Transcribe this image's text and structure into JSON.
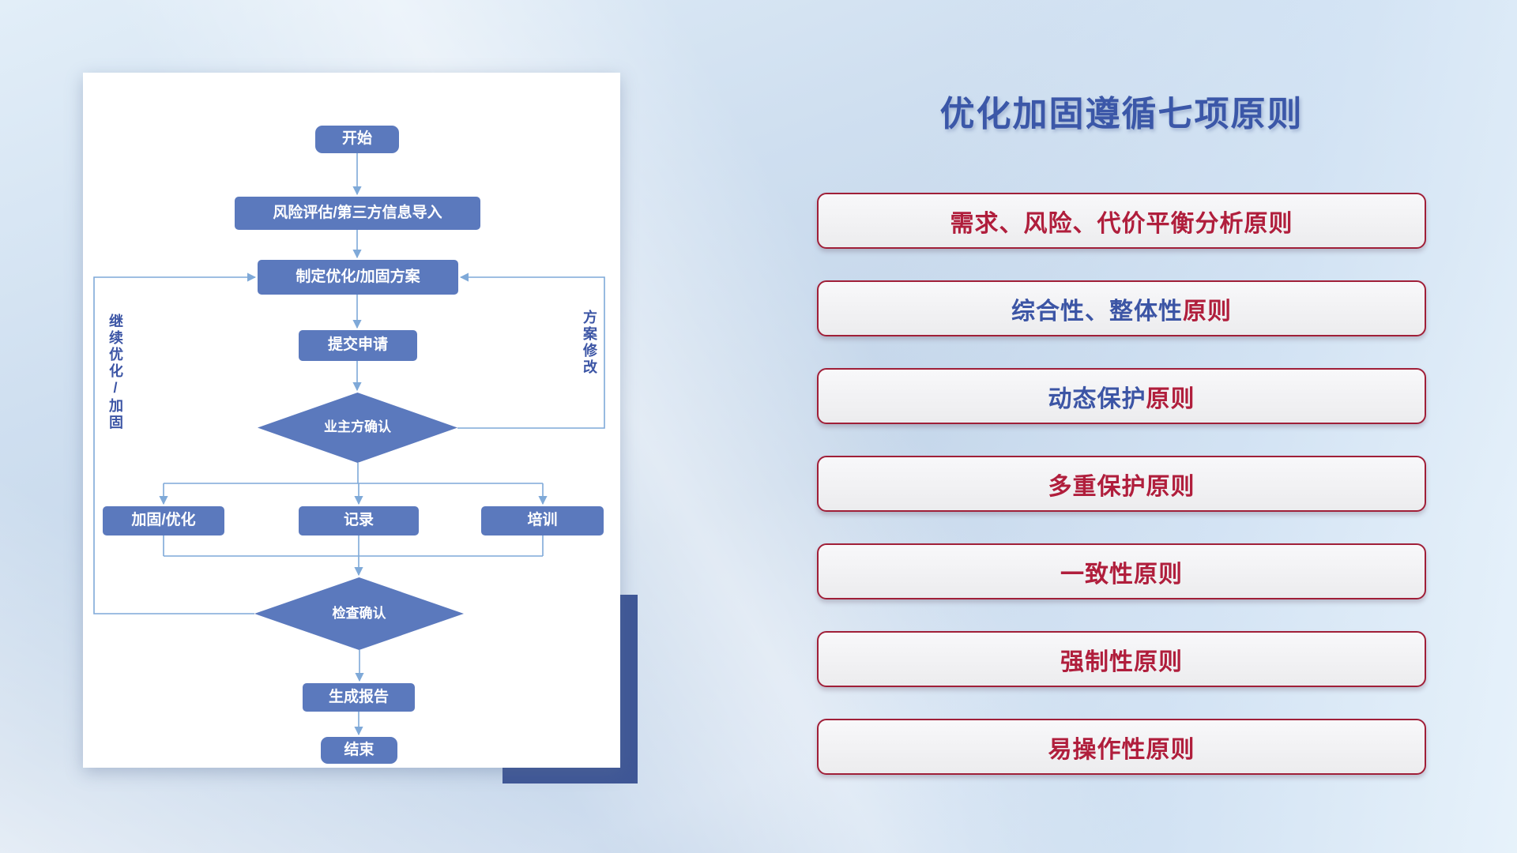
{
  "title": "优化加固遵循七项原则",
  "flowchart": {
    "nodes": {
      "start": "开始",
      "risk_import": "风险评估/第三方信息导入",
      "make_plan": "制定优化/加固方案",
      "submit": "提交申请",
      "owner_confirm": "业主方确认",
      "harden_optimize": "加固/优化",
      "record": "记录",
      "training": "培训",
      "check_confirm": "检查确认",
      "generate_report": "生成报告",
      "end": "结束"
    },
    "labels": {
      "continue_loop": "继续优化/加固",
      "revise_loop": "方案修改"
    }
  },
  "principles": [
    {
      "parts": [
        {
          "text": "需求、风险、代价平衡分析原则",
          "color": "red"
        }
      ]
    },
    {
      "parts": [
        {
          "text": "综合性、整体性",
          "color": "blue"
        },
        {
          "text": "原则",
          "color": "red"
        }
      ]
    },
    {
      "parts": [
        {
          "text": "动态保护",
          "color": "blue"
        },
        {
          "text": "原则",
          "color": "red"
        }
      ]
    },
    {
      "parts": [
        {
          "text": "多重保护原则",
          "color": "red"
        }
      ]
    },
    {
      "parts": [
        {
          "text": "一致性原则",
          "color": "red"
        }
      ]
    },
    {
      "parts": [
        {
          "text": "强制性原则",
          "color": "red"
        }
      ]
    },
    {
      "parts": [
        {
          "text": "易操作性原则",
          "color": "red"
        }
      ]
    }
  ],
  "colors": {
    "title": "#3b57a8",
    "node_fill": "#5b79bd",
    "connector": "#7fa9d8",
    "principle_border": "#a01f38",
    "red": "#b01e3c",
    "blue": "#3c55a5",
    "accent_rect": "#3f5796"
  }
}
